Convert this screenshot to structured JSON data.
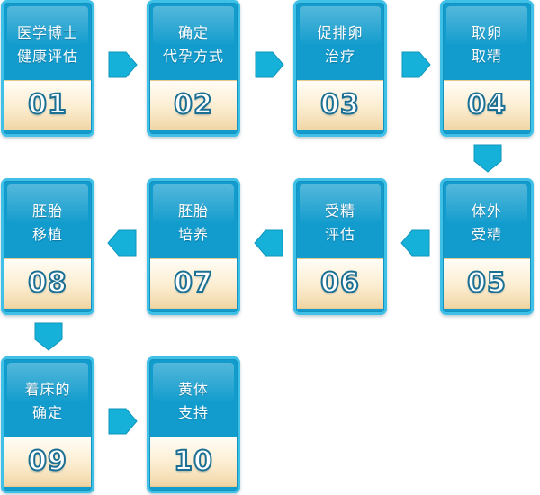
{
  "steps": [
    {
      "number": "01",
      "line1": "医学博士",
      "line2": "健康评估"
    },
    {
      "number": "02",
      "line1": "确定",
      "line2": "代孕方式"
    },
    {
      "number": "03",
      "line1": "促排卵",
      "line2": "治疗"
    },
    {
      "number": "04",
      "line1": "取卵",
      "line2": "取精"
    },
    {
      "number": "05",
      "line1": "体外",
      "line2": "受精"
    },
    {
      "number": "06",
      "line1": "受精",
      "line2": "评估"
    },
    {
      "number": "07",
      "line1": "胚胎",
      "line2": "培养"
    },
    {
      "number": "08",
      "line1": "胚胎",
      "line2": "移植"
    },
    {
      "number": "09",
      "line1": "着床的",
      "line2": "确定"
    },
    {
      "number": "10",
      "line1": "黄体",
      "line2": "支持"
    }
  ],
  "colors": {
    "card_fill": "#119ccd",
    "card_border": "#3fc0e6",
    "arrow": "#16b1d8",
    "number_band": "#fcedd0",
    "number_outline": "#1a6f93"
  },
  "arrow_icons": [
    "arrow-right-icon",
    "arrow-down-icon",
    "arrow-left-icon"
  ]
}
